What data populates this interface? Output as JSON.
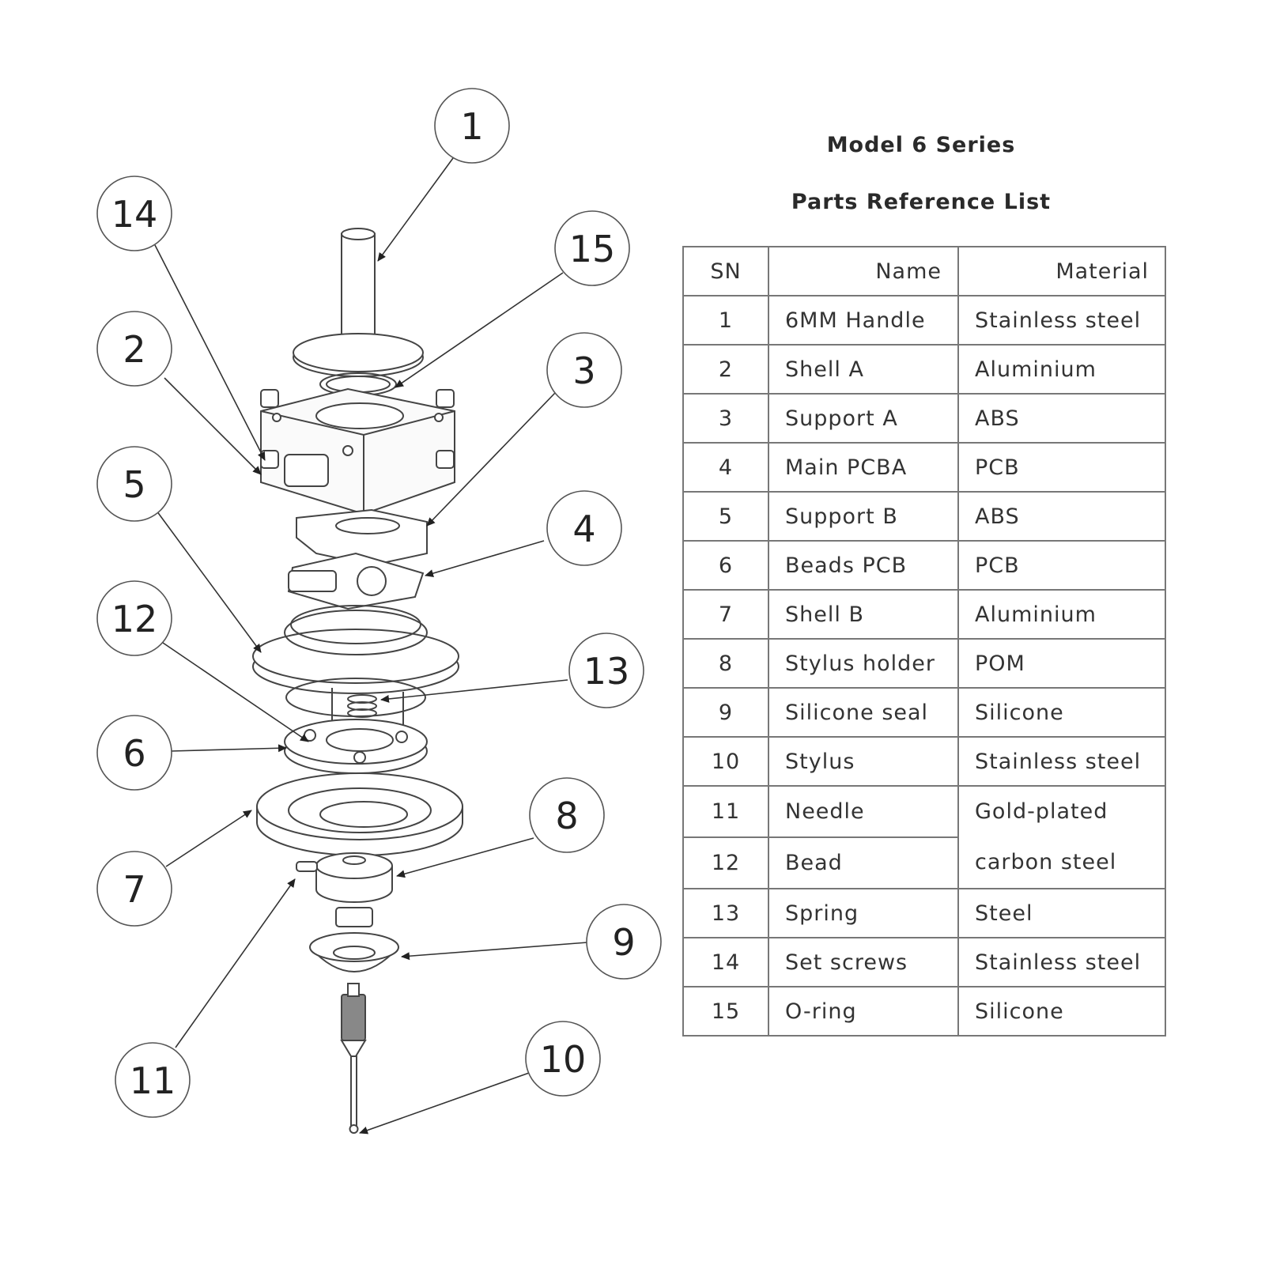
{
  "title_line1": "Model 6 Series",
  "title_line2": "Parts Reference List",
  "table": {
    "headers": {
      "sn": "SN",
      "name": "Name",
      "material": "Material"
    },
    "rows": [
      {
        "sn": "1",
        "name": "6MM Handle",
        "material": "Stainless steel"
      },
      {
        "sn": "2",
        "name": "Shell A",
        "material": "Aluminium"
      },
      {
        "sn": "3",
        "name": "Support A",
        "material": "ABS"
      },
      {
        "sn": "4",
        "name": "Main PCBA",
        "material": "PCB"
      },
      {
        "sn": "5",
        "name": "Support B",
        "material": "ABS"
      },
      {
        "sn": "6",
        "name": "Beads PCB",
        "material": "PCB"
      },
      {
        "sn": "7",
        "name": "Shell B",
        "material": "Aluminium"
      },
      {
        "sn": "8",
        "name": "Stylus holder",
        "material": "POM"
      },
      {
        "sn": "9",
        "name": "Silicone seal",
        "material": "Silicone"
      },
      {
        "sn": "10",
        "name": "Stylus",
        "material": "Stainless steel"
      },
      {
        "sn": "11",
        "name": "Needle",
        "material": "Gold-plated carbon steel"
      },
      {
        "sn": "12",
        "name": "Bead",
        "material": "Gold-plated carbon steel"
      },
      {
        "sn": "13",
        "name": "Spring",
        "material": "Steel"
      },
      {
        "sn": "14",
        "name": "Set screws",
        "material": "Stainless steel"
      },
      {
        "sn": "15",
        "name": "O-ring",
        "material": "Silicone"
      }
    ],
    "merged_material": {
      "line1": "Gold-plated",
      "line2": "carbon steel"
    }
  },
  "callouts": [
    "1",
    "2",
    "3",
    "4",
    "5",
    "6",
    "7",
    "8",
    "9",
    "10",
    "11",
    "12",
    "13",
    "14",
    "15"
  ]
}
